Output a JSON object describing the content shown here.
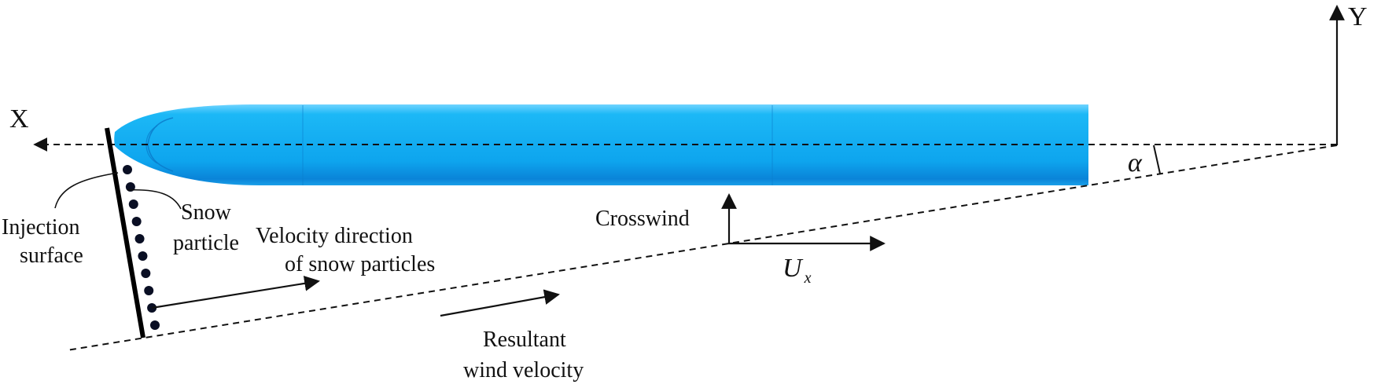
{
  "labels": {
    "x_axis": "X",
    "y_axis": "Y",
    "alpha": "α",
    "injection_line1": "Injection",
    "injection_line2": "surface",
    "snow_line1": "Snow",
    "snow_line2": "particle",
    "velocity_line1": "Velocity direction",
    "velocity_line2": "of snow particles",
    "crosswind": "Crosswind",
    "ux_main": "U",
    "ux_sub": "x",
    "resultant_line1": "Resultant",
    "resultant_line2": "wind velocity"
  },
  "colors": {
    "train_body": "#11aaf0",
    "train_top": "#1cb8f6",
    "train_bottom": "#0a80d4",
    "line": "#111111"
  },
  "snow_particles": {
    "count": 10
  }
}
